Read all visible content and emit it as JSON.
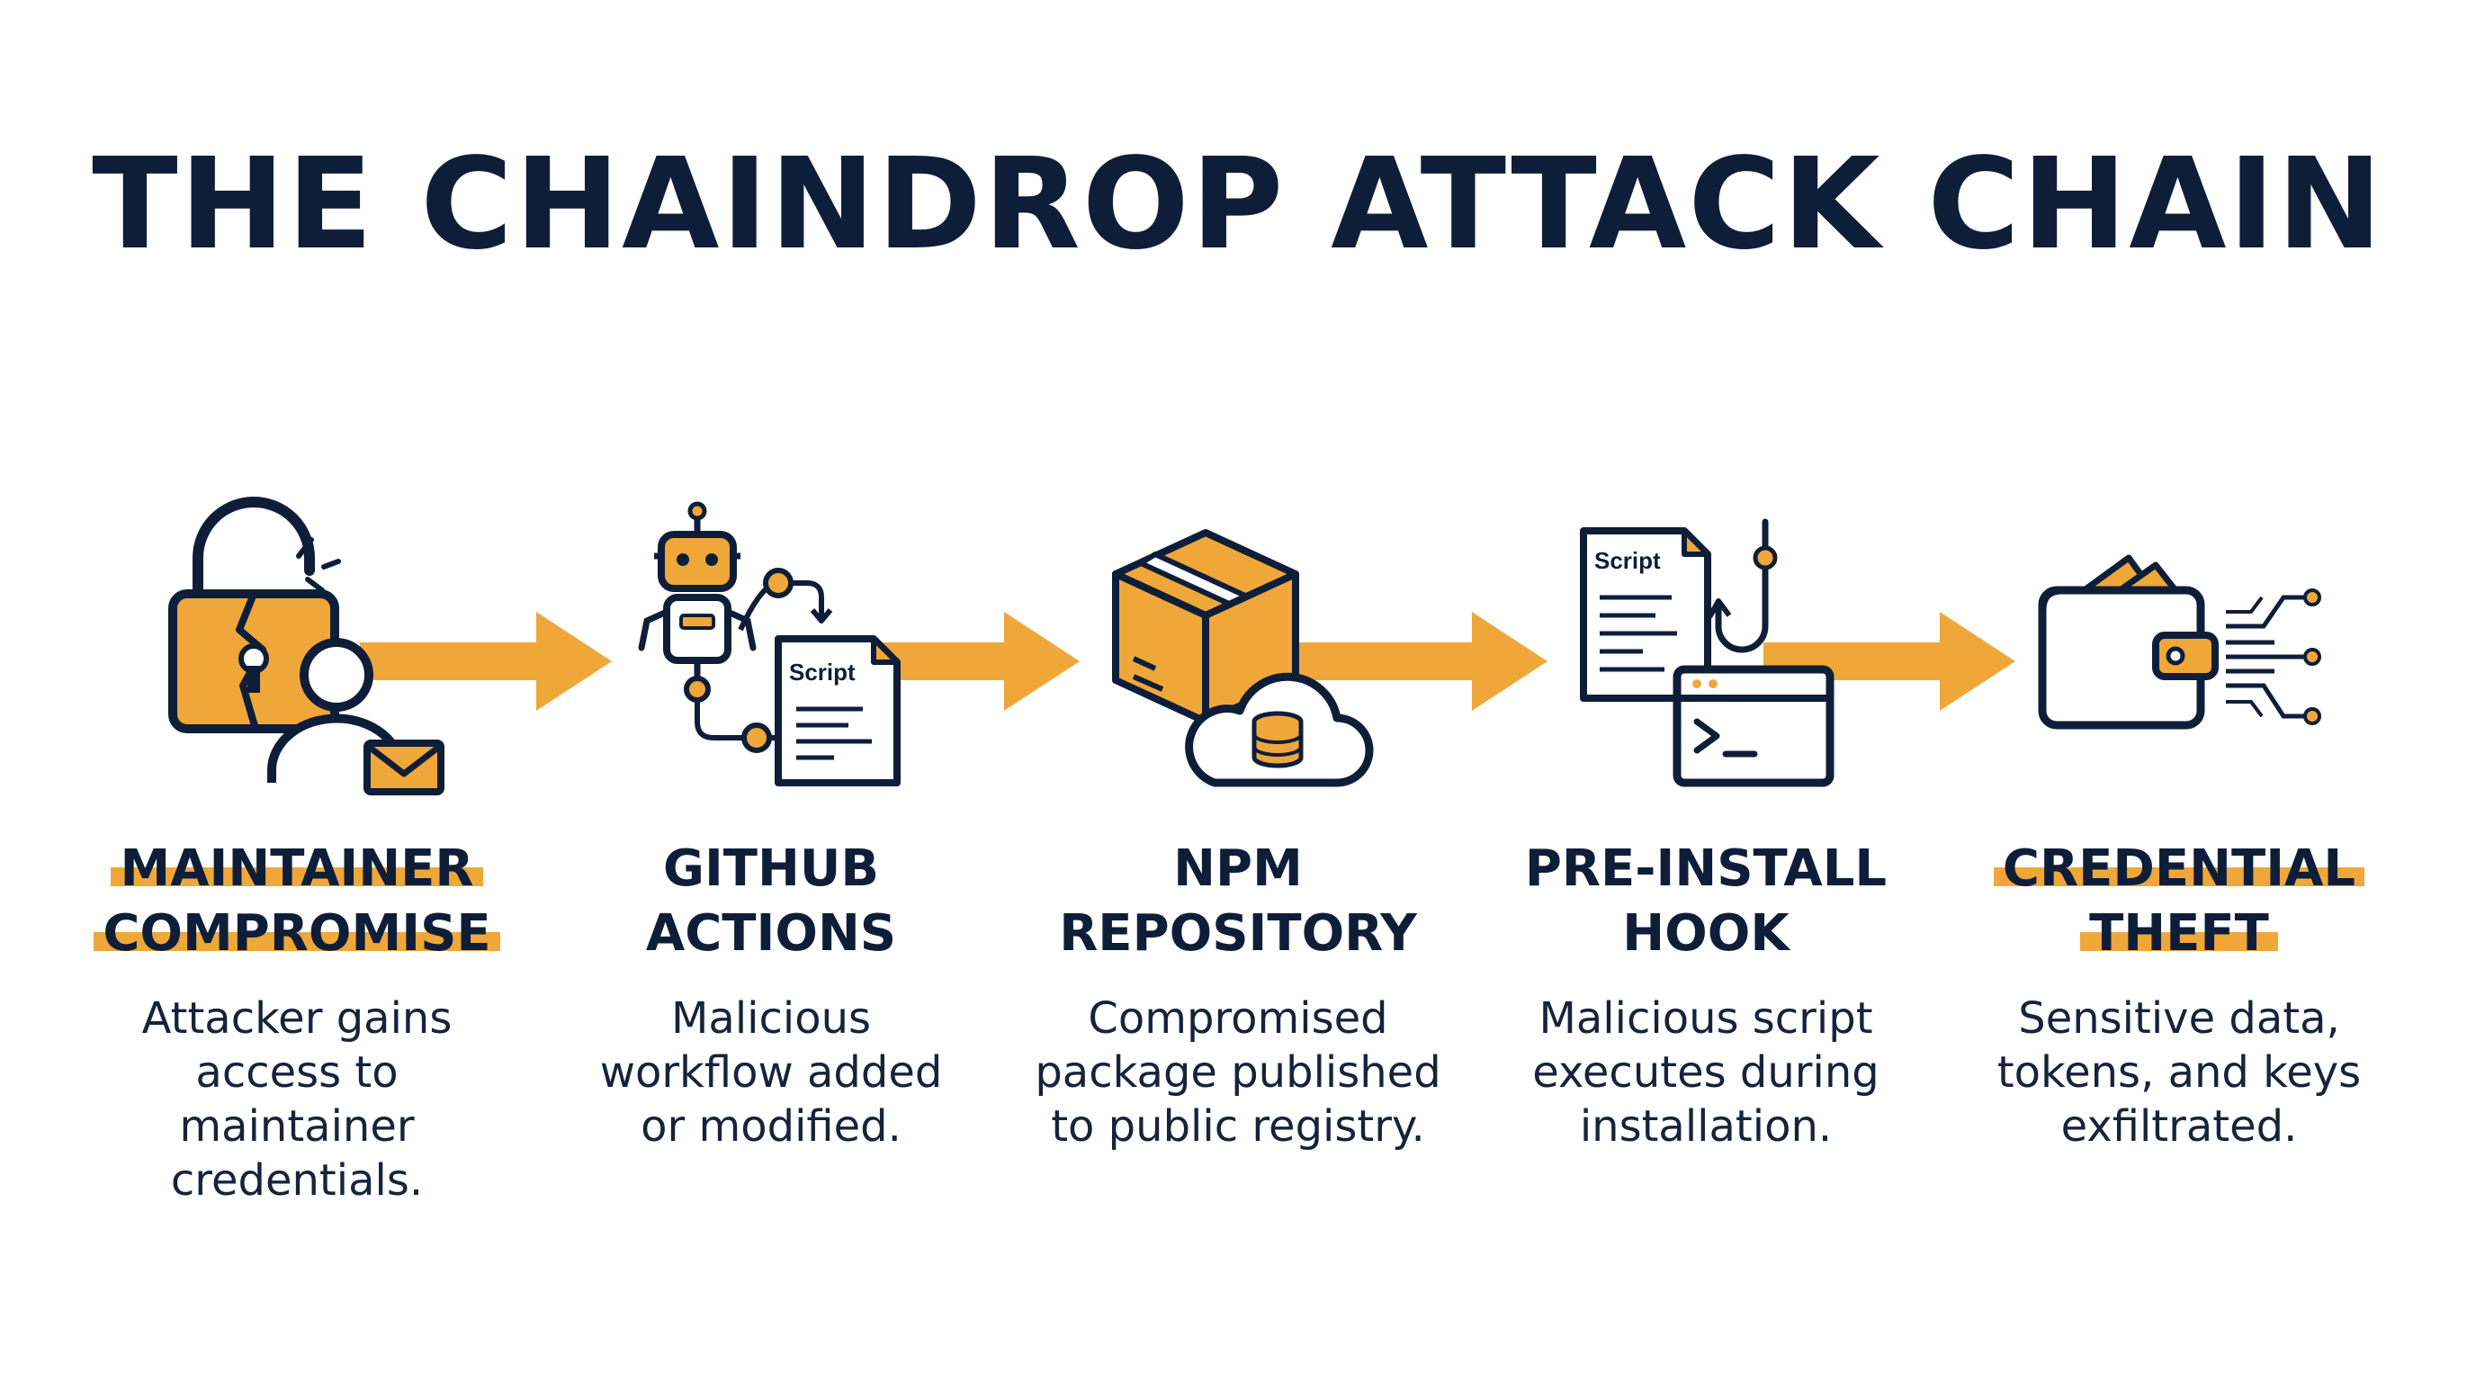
{
  "title": "THE CHAINDROP ATTACK CHAIN",
  "colors": {
    "navy": "#0f1e38",
    "accent": "#f0a73a",
    "white": "#ffffff"
  },
  "steps": [
    {
      "icon": "broken-lock-user-email-icon",
      "title_lines": [
        "MAINTAINER",
        "COMPROMISE"
      ],
      "highlighted": true,
      "description": "Attacker gains\naccess to\nmaintainer\ncredentials."
    },
    {
      "icon": "robot-workflow-script-icon",
      "title_lines": [
        "GITHUB",
        "ACTIONS"
      ],
      "highlighted": false,
      "script_label": "Script",
      "description": "Malicious\nworkflow added\nor modified."
    },
    {
      "icon": "package-cloud-database-icon",
      "title_lines": [
        "NPM",
        "REPOSITORY"
      ],
      "highlighted": false,
      "description": "Compromised\npackage published\nto public registry."
    },
    {
      "icon": "script-hook-terminal-icon",
      "title_lines": [
        "PRE-INSTALL",
        "HOOK"
      ],
      "highlighted": false,
      "script_label": "Script",
      "description": "Malicious script\nexecutes during\ninstallation."
    },
    {
      "icon": "wallet-data-exfiltration-icon",
      "title_lines": [
        "CREDENTIAL",
        "THEFT"
      ],
      "highlighted": true,
      "description": "Sensitive data,\ntokens, and keys\nexfiltrated."
    }
  ]
}
